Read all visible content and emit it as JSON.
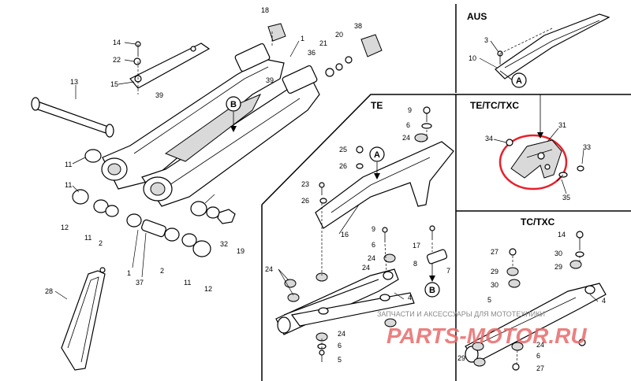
{
  "sections": {
    "aus": "AUS",
    "te": "TE",
    "te_tc_txc": "TE/TC/TXC",
    "tc_txc": "TC/TXC"
  },
  "callouts": {
    "a": "A",
    "b": "B"
  },
  "watermark": {
    "line1": "ЗАПЧАСТИ И АКСЕССУАРЫ ДЛЯ МОТОТЕХНИКИ",
    "line2": "PARTS-MOTOR.RU"
  },
  "highlight_color": "#e8202a",
  "labels": {
    "main": [
      "14",
      "22",
      "15",
      "18",
      "1",
      "21",
      "20",
      "38",
      "36",
      "39",
      "39",
      "13",
      "11",
      "11",
      "12",
      "11",
      "2",
      "32",
      "19",
      "28",
      "1",
      "37",
      "2",
      "11",
      "12",
      "3",
      "10",
      "9",
      "6",
      "24",
      "25",
      "26",
      "23",
      "26",
      "16",
      "9",
      "6",
      "24",
      "17",
      "8",
      "7",
      "24",
      "24",
      "4",
      "24",
      "6",
      "5",
      "34",
      "31",
      "33",
      "35",
      "14",
      "27",
      "30",
      "29",
      "29",
      "30",
      "5",
      "29",
      "24",
      "6",
      "27",
      "4"
    ]
  }
}
